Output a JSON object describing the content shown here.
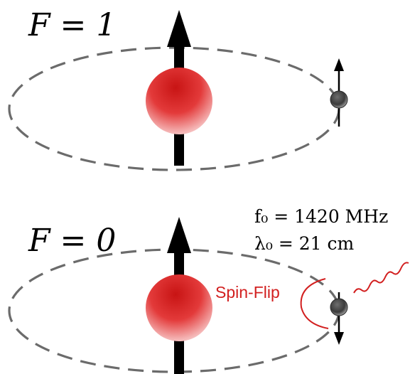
{
  "top_state": {
    "label": "F = 1"
  },
  "bottom_state": {
    "label": "F = 0",
    "frequency": "f₀ = 1420 MHz",
    "wavelength": "λ₀ = 21 cm",
    "transition_label": "Spin-Flip"
  },
  "colors": {
    "proton": "#d61f1f",
    "orbit": "#6b6b6b",
    "spin_arrow": "#000000",
    "spin_flip": "#d21f1f",
    "electron": "#4a4a4a"
  }
}
